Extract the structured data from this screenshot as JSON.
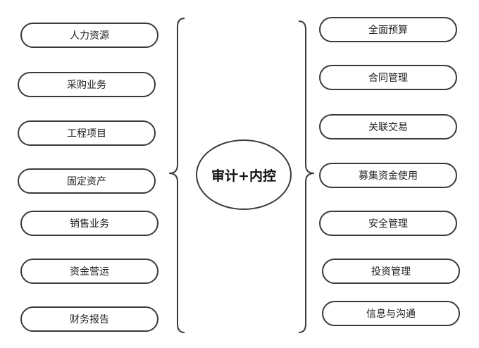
{
  "center": {
    "label": "审计+内控"
  },
  "left_items": [
    {
      "label": "人力资源"
    },
    {
      "label": "采购业务"
    },
    {
      "label": "工程项目"
    },
    {
      "label": "固定资产"
    },
    {
      "label": "销售业务"
    },
    {
      "label": "资金营运"
    },
    {
      "label": "财务报告"
    }
  ],
  "right_items": [
    {
      "label": "全面预算"
    },
    {
      "label": "合同管理"
    },
    {
      "label": "关联交易"
    },
    {
      "label": "募集资金使用"
    },
    {
      "label": "安全管理"
    },
    {
      "label": "投资管理"
    },
    {
      "label": "信息与沟通"
    }
  ]
}
